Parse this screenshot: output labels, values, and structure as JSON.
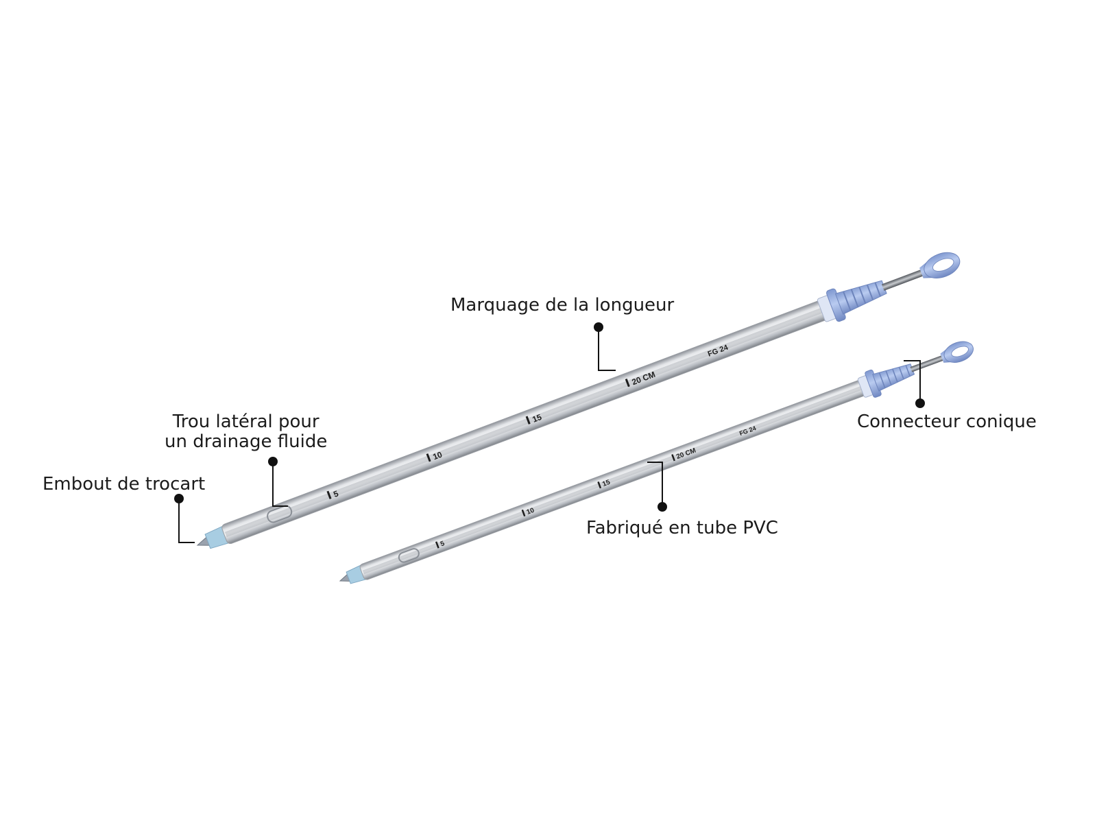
{
  "callouts": {
    "length_marking": "Marquage de la longueur",
    "side_hole_line1": "Trou latéral pour",
    "side_hole_line2": "un drainage fluide",
    "trocar_tip": "Embout de trocart",
    "tapered_connector": "Connecteur conique",
    "pvc_tube": "Fabriqué en tube PVC"
  },
  "tube_markings": {
    "m5": "5",
    "m10": "10",
    "m15": "15",
    "m20": "20 CM",
    "size": "FG 24"
  },
  "colors": {
    "connector_blue": "#9db4e3",
    "tube_silver": "#c9ccd1",
    "tip_blue": "#a9c9de",
    "callout_line": "#111111"
  }
}
